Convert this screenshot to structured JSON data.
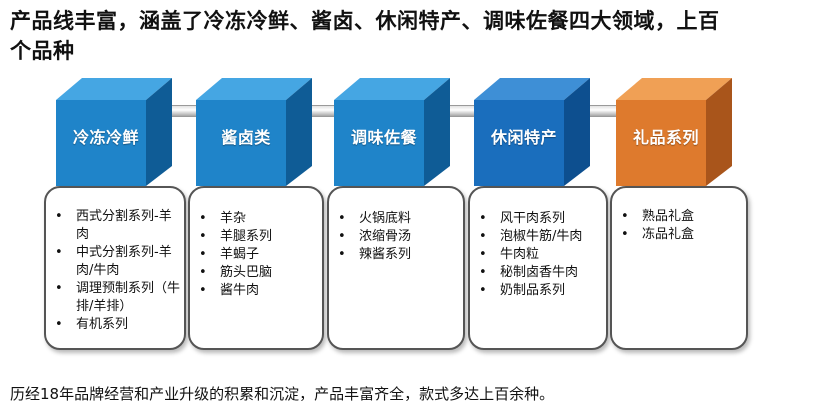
{
  "title": "产品线丰富，涵盖了冷冻冷鲜、酱卤、休闲特产、调味佐餐四大领域，上百个品种",
  "footer": "历经18年品牌经营和产业升级的积累和沉淀，产品丰富齐全，款式多达上百余种。",
  "colors": {
    "blue_cube": "#1f7fc4",
    "orange_cube": "#e07a2c",
    "box_border": "#555555"
  },
  "categories": [
    {
      "name": "冷冻冷鲜",
      "color": "blue",
      "items": [
        "西式分割系列-羊肉",
        "中式分割系列-羊肉/牛肉",
        "调理预制系列（牛排/羊排）",
        "有机系列"
      ]
    },
    {
      "name": "酱卤类",
      "color": "blue",
      "items": [
        "羊杂",
        "羊腿系列",
        "羊蝎子",
        "筋头巴脑",
        "酱牛肉"
      ]
    },
    {
      "name": "调味佐餐",
      "color": "blue",
      "items": [
        "火锅底料",
        "浓缩骨汤",
        "辣酱系列"
      ]
    },
    {
      "name": "休闲特产",
      "color": "blue",
      "items": [
        "风干肉系列",
        "泡椒牛筋/牛肉",
        "牛肉粒",
        "秘制卤香牛肉",
        "奶制品系列"
      ]
    },
    {
      "name": "礼品系列",
      "color": "orange",
      "items": [
        "熟品礼盒",
        "冻品礼盒"
      ]
    }
  ]
}
